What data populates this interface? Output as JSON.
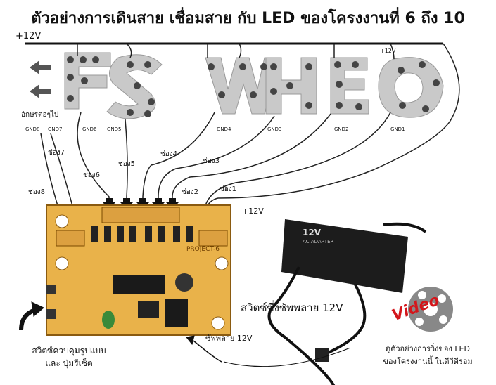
{
  "title": "ตัวอย่างการเดินสาย เชื่อมสาย กับ LED ของโครงงานที่ 6 ถึง 10",
  "rail_label": "+12V",
  "rail_label_small": "+12V",
  "next_label": "อักษรต่อๆไป",
  "gnd_labels": {
    "gnd8": "GND8",
    "gnd7": "GND7",
    "gnd6": "GND6",
    "gnd5": "GND5",
    "gnd4": "GND4",
    "gnd3": "GND3",
    "gnd2": "GND2",
    "gnd1": "GND1"
  },
  "channel_labels": {
    "ch8": "ช่อง8",
    "ch7": "ช่อง7",
    "ch6": "ช่อง6",
    "ch5": "ช่อง5",
    "ch4": "ช่อง4",
    "ch3": "ช่อง3",
    "ch2": "ช่อง2",
    "ch1": "ช่อง1"
  },
  "pcb_plus_label": "+12V",
  "pcb_project_label": "PROJECT-6",
  "adapter_text": "12V",
  "adapter_sub": "AC ADAPTER",
  "power_switch_label": "สวิตซ์ซึ่งซัพพลาย 12V",
  "supply_label": "ซัพพลาย 12V",
  "control_switch_label_1": "สวิตซ์ควบคุมรูปแบบ",
  "control_switch_label_2": "และ ปุ่มรีเซ็ต",
  "video_label": "Video",
  "video_note_1": "ดูตัวอย่างการวิ่งของ LED",
  "video_note_2": "ของโครงงานนี้ ในดีวีดีรอม",
  "colors": {
    "wire": "#222222",
    "pcb": "#e9b24a",
    "led_panel": "#c8c8c8",
    "video": "#d3161b"
  }
}
